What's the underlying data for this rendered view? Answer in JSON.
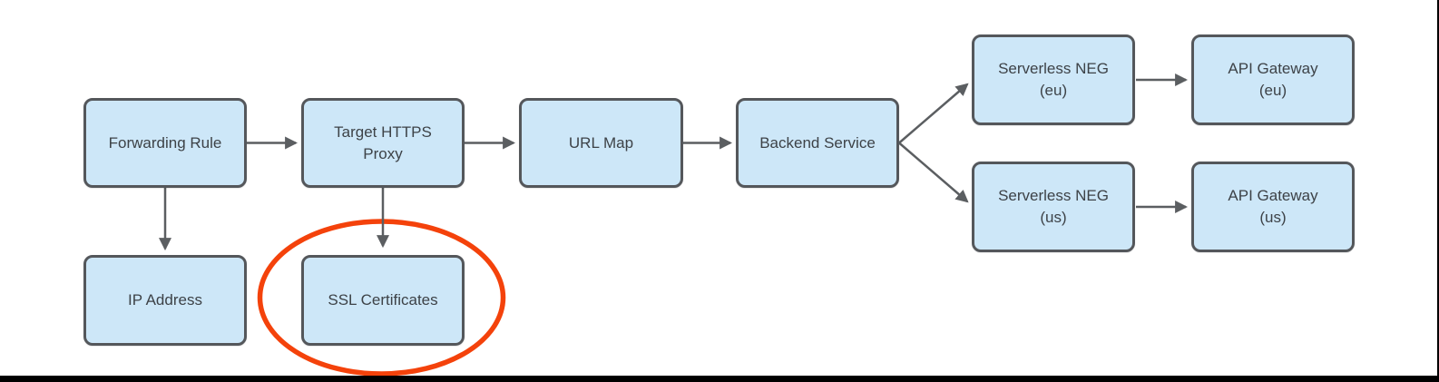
{
  "colors": {
    "canvas_bg": "#ffffff",
    "node_fill": "#cde7f8",
    "node_border": "#54575b",
    "node_text": "#3d4247",
    "connector": "#5b5e61",
    "highlight": "#f4420b",
    "screen_edge_bar": "#000000"
  },
  "nodes": {
    "forwarding_rule": {
      "label": "Forwarding Rule"
    },
    "target_https_proxy": {
      "label": "Target HTTPS\nProxy"
    },
    "url_map": {
      "label": "URL Map"
    },
    "backend_service": {
      "label": "Backend Service"
    },
    "serverless_neg_eu": {
      "label": "Serverless NEG\n(eu)"
    },
    "api_gateway_eu": {
      "label": "API Gateway\n(eu)"
    },
    "serverless_neg_us": {
      "label": "Serverless NEG\n(us)"
    },
    "api_gateway_us": {
      "label": "API Gateway\n(us)"
    },
    "ip_address": {
      "label": "IP Address"
    },
    "ssl_certificates": {
      "label": "SSL Certificates"
    }
  },
  "edges": [
    {
      "from": "forwarding_rule",
      "to": "target_https_proxy"
    },
    {
      "from": "target_https_proxy",
      "to": "url_map"
    },
    {
      "from": "url_map",
      "to": "backend_service"
    },
    {
      "from": "backend_service",
      "to": "serverless_neg_eu"
    },
    {
      "from": "backend_service",
      "to": "serverless_neg_us"
    },
    {
      "from": "serverless_neg_eu",
      "to": "api_gateway_eu"
    },
    {
      "from": "serverless_neg_us",
      "to": "api_gateway_us"
    },
    {
      "from": "forwarding_rule",
      "to": "ip_address"
    },
    {
      "from": "target_https_proxy",
      "to": "ssl_certificates"
    }
  ],
  "annotation": {
    "shape": "ellipse",
    "highlights": "ssl_certificates",
    "color": "#f4420b"
  }
}
